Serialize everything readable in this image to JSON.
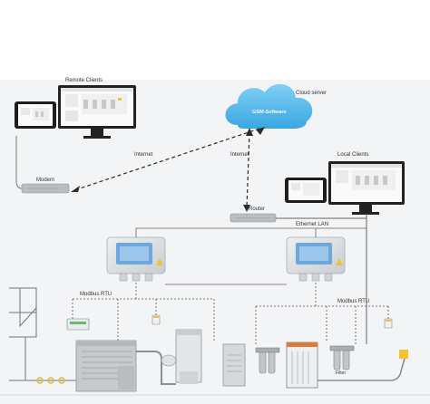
{
  "labels": {
    "remote_clients": "Remote Clients",
    "cloud_server": "Cloud server",
    "cloud_software": "GSM-Software",
    "internet_left": "Internet",
    "internet_right": "Internet",
    "modem": "Modem",
    "local_clients": "Local Clients",
    "router": "Router",
    "ethernet_lan": "Ethernet LAN",
    "modbus_rtu_left": "Modbus RTU",
    "modbus_rtu_right": "Modbus RTU",
    "filter": "Filter"
  },
  "colors": {
    "cloud": "#4fb7ec",
    "accent_yellow": "#f2c230",
    "line": "#555555",
    "device_gray": "#d9dbdd",
    "background_band": "#f1f2f3"
  }
}
